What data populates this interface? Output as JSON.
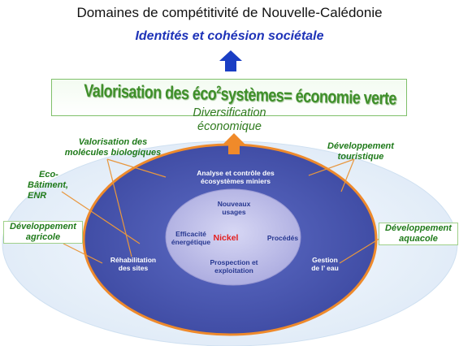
{
  "title": "Domaines de compétitivité de Nouvelle-Calédonie",
  "subtitle": "Identités et cohésion sociétale",
  "banner": {
    "text_before": "Valorisation des éco",
    "superscript": "2",
    "text_after": "systèmes= économie verte"
  },
  "diversification": {
    "line1": "Diversification",
    "line2": "économique"
  },
  "outer_labels": {
    "valorisation": {
      "line1": "Valorisation des",
      "line2": "molécules biologiques"
    },
    "eco_batiment": {
      "line1": "Eco-",
      "line2": "Bâtiment,",
      "line3": "ENR"
    },
    "agricole": {
      "line1": "Développement",
      "line2": "agricole"
    },
    "touristique": {
      "line1": "Développement",
      "line2": "touristique"
    },
    "aquacole": {
      "line1": "Développement",
      "line2": "aquacole"
    }
  },
  "ring_labels": {
    "analyse": {
      "line1": "Analyse et contrôle  des",
      "line2": "écosystèmes miniers"
    },
    "rehabilitation": {
      "line1": "Réhabilitation",
      "line2": "des sites"
    },
    "gestion": {
      "line1": "Gestion",
      "line2": "de l’ eau"
    }
  },
  "core_labels": {
    "nouveaux": {
      "line1": "Nouveaux",
      "line2": "usages"
    },
    "efficacite": {
      "line1": "Efficacité",
      "line2": "énergétique"
    },
    "nickel": "Nickel",
    "procedes": "Procédés",
    "prospection": {
      "line1": "Prospection et",
      "line2": "exploitation"
    }
  },
  "colors": {
    "outer_ellipse": "#e6f0fa",
    "ring_fill": "#4a57b0",
    "ring_border": "#ee8a2c",
    "core_fill": "#b9b9e6",
    "arrow_blue": "#1a3ec4",
    "arrow_orange": "#f08a2a",
    "connector_lines": "#e8973e",
    "green_text": "#1f7a1a"
  }
}
